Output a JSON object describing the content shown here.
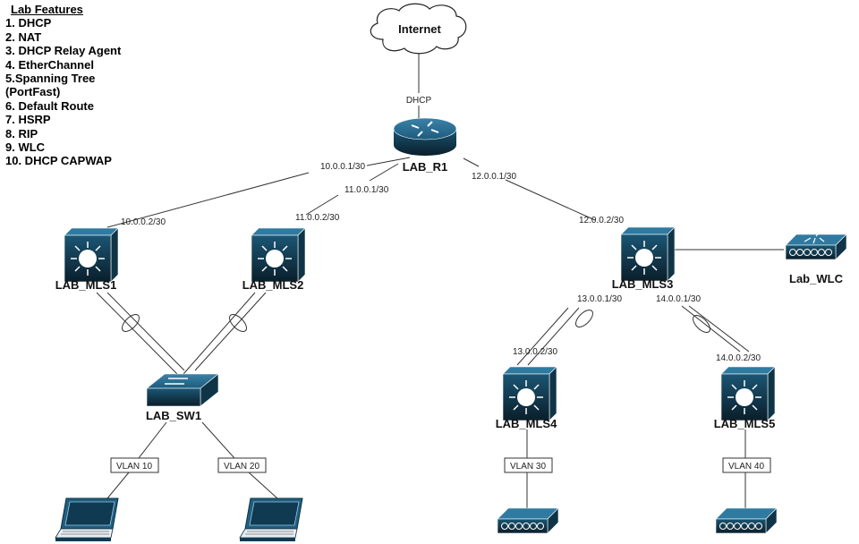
{
  "features": {
    "title": "Lab Features",
    "items": [
      "1. DHCP",
      "2. NAT",
      "3. DHCP Relay Agent",
      "4. EtherChannel",
      "5.Spanning Tree",
      "(PortFast)",
      "6. Default Route",
      "7. HSRP",
      "8. RIP",
      "9. WLC",
      "10. DHCP CAPWAP"
    ]
  },
  "cloud": {
    "label": "Internet"
  },
  "uplink": {
    "label": "DHCP"
  },
  "devices": {
    "r1": "LAB_R1",
    "mls1": "LAB_MLS1",
    "mls2": "LAB_MLS2",
    "mls3": "LAB_MLS3",
    "mls4": "LAB_MLS4",
    "mls5": "LAB_MLS5",
    "sw1": "LAB_SW1",
    "wlc": "Lab_WLC"
  },
  "ips": {
    "r1_mls1": "10.0.0.1/30",
    "mls1_r1": "10.0.0.2/30",
    "r1_mls2": "11.0.0.1/30",
    "mls2_r1": "11.0.0.2/30",
    "r1_mls3": "12.0.0.1/30",
    "mls3_r1": "12.0.0.2/30",
    "mls3_mls4": "13.0.0.1/30",
    "mls4_mls3": "13.0.0.2/30",
    "mls3_mls5": "14.0.0.1/30",
    "mls5_mls3": "14.0.0.2/30"
  },
  "vlans": {
    "v10": "VLAN 10",
    "v20": "VLAN 20",
    "v30": "VLAN 30",
    "v40": "VLAN 40"
  },
  "colors": {
    "device_top": "#2a6f93",
    "device_front": "#0f3a52",
    "device_dark": "#0a2433"
  }
}
